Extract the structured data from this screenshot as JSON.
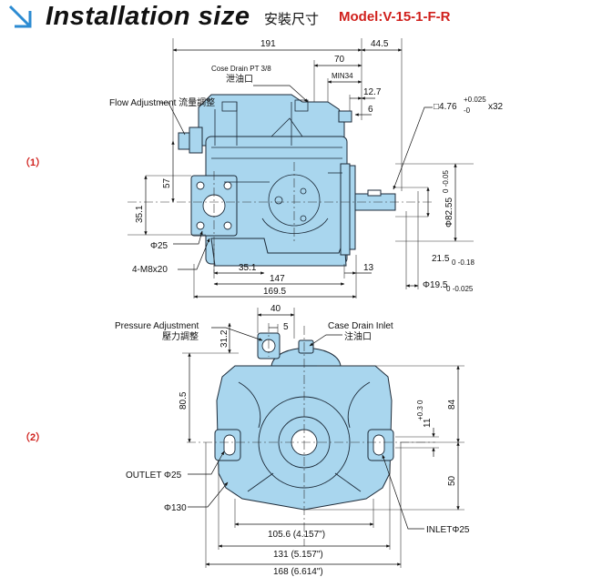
{
  "header": {
    "title": "Installation size",
    "title_cn": "安裝尺寸",
    "model": "Model:V-15-1-F-R"
  },
  "colors": {
    "pump_body": "#a9d6ee",
    "pump_stroke": "#1c2a38",
    "model_red": "#d0201c",
    "icon_blue": "#2c8bd2"
  },
  "view1": {
    "tag": "（1）",
    "labels": {
      "flow_adjustment": "Flow Adjustment 流量調整",
      "case_drain_en": "Cose Drain PT 3/8",
      "case_drain_cn": "泄油口",
      "min34": "MIN34",
      "phi25": "Φ25",
      "bolts": "4-M8x20"
    },
    "dims": {
      "d191": "191",
      "d44_5": "44.5",
      "d70": "70",
      "d12_7": "12.7",
      "d6": "6",
      "key": "□4.76",
      "key_tol_top": "+0.025",
      "key_tol_bot": "-0",
      "key_len": "x32",
      "d57": "57",
      "d35_1v": "35.1",
      "d82_55": "Φ82.55",
      "d82_55_tol": "0 -0.05",
      "d21_5": "21.5",
      "d21_5_tol": "0 -0.18",
      "d35_1h": "35.1",
      "d147": "147",
      "d13": "13",
      "d169_5": "169.5",
      "d19_5": "Φ19.5",
      "d19_5_tol": "0 -0.025"
    }
  },
  "view2": {
    "tag": "（2）",
    "labels": {
      "pressure_adj_en": "Pressure Adjustment",
      "pressure_adj_cn": "壓力調整",
      "case_drain_inlet_en": "Case Drain Inlet",
      "case_drain_inlet_cn": "注油口",
      "outlet": "OUTLET Φ25",
      "phi130": "Φ130",
      "inlet": "INLETΦ25"
    },
    "dims": {
      "d31_2": "31.2",
      "d40": "40",
      "d5": "5",
      "d80_5": "80.5",
      "d84": "84",
      "d11": "11",
      "d11_tol": "+0.3 0",
      "d50": "50",
      "d105_6": "105.6 (4.157\")",
      "d131": "131 (5.157\")",
      "d168": "168 (6.614\")"
    }
  }
}
